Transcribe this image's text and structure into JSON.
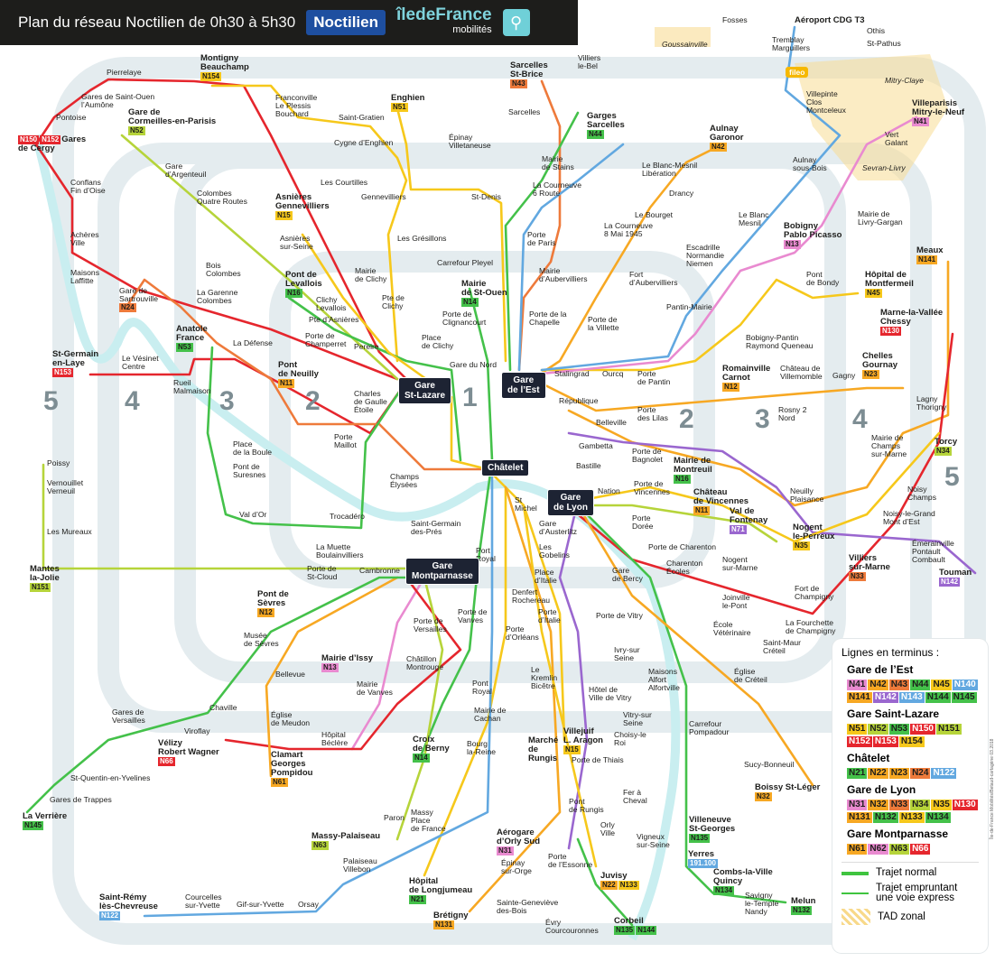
{
  "header": {
    "title": "Plan du réseau Noctilien",
    "subtitle": "de 0h30 à 5h30",
    "brand": "Noctilien",
    "authority": "îledeFrance",
    "authority_sub": "mobilités"
  },
  "colors": {
    "r": "#e5262d",
    "o": "#f7a823",
    "d": "#ee7a3b",
    "y": "#f6c81b",
    "g": "#44c14a",
    "l": "#b6d43a",
    "p": "#e98ad0",
    "v": "#9a67cf",
    "b": "#62a8e0"
  },
  "zones": [
    "5",
    "4",
    "3",
    "2",
    "1",
    "2",
    "3",
    "4",
    "5"
  ],
  "hubs": [
    "Gare\nSt-Lazare",
    "Gare\nde l’Est",
    "Châtelet",
    "Gare\nde Lyon",
    "Gare\nMontparnasse"
  ],
  "tad_zones": [
    "Goussainville",
    "Mitry-Claye",
    "Sevran-Livry",
    "fileo"
  ],
  "stations": [
    {
      "n": "Pierrelaye"
    },
    {
      "n": "Gares de Saint-Ouen\nl’Aumône"
    },
    {
      "n": "Pontoise"
    },
    {
      "n": "Gares\nde Cergy",
      "big": 1,
      "b": [
        [
          "N150",
          "r"
        ],
        [
          "N152",
          "r"
        ]
      ]
    },
    {
      "n": "Conflans\nFin d’Oise"
    },
    {
      "n": "Achères\nVille"
    },
    {
      "n": "Maisons\nLaffitte"
    },
    {
      "n": "St-Germain\nen-Laye",
      "big": 1,
      "b": [
        [
          "N153",
          "r"
        ]
      ]
    },
    {
      "n": "Le Vésinet\nCentre"
    },
    {
      "n": "Rueil\nMalmaison"
    },
    {
      "n": "Gare de\nSartrouville",
      "b": [
        [
          "N24",
          "d"
        ]
      ]
    },
    {
      "n": "Montigny\nBeauchamp",
      "big": 1,
      "b": [
        [
          "N154",
          "y"
        ]
      ]
    },
    {
      "n": "Gare de\nCormeilles-en-Parisis",
      "big": 1,
      "b": [
        [
          "N52",
          "l"
        ]
      ]
    },
    {
      "n": "Gare\nd’Argenteuil"
    },
    {
      "n": "Colombes\nQuatre Routes"
    },
    {
      "n": "Bois\nColombes"
    },
    {
      "n": "La Garenne\nColombes"
    },
    {
      "n": "Anatole\nFrance",
      "big": 1,
      "b": [
        [
          "N53",
          "g"
        ]
      ]
    },
    {
      "n": "La Défense"
    },
    {
      "n": "Franconville\nLe Plessis\nBouchard"
    },
    {
      "n": "Saint-Gratien"
    },
    {
      "n": "Enghien",
      "big": 1,
      "b": [
        [
          "N51",
          "y"
        ]
      ]
    },
    {
      "n": "Cygne d’Enghien"
    },
    {
      "n": "Épinay\nVilletaneuse"
    },
    {
      "n": "Les Courtilles"
    },
    {
      "n": "Gennevilliers"
    },
    {
      "n": "Asnières\nGennevilliers",
      "big": 1,
      "b": [
        [
          "N15",
          "y"
        ]
      ]
    },
    {
      "n": "Asnières\nsur-Seine"
    },
    {
      "n": "Les Grésillons"
    },
    {
      "n": "St-Denis"
    },
    {
      "n": "Pont de\nLevallois",
      "big": 1,
      "b": [
        [
          "N16",
          "g"
        ]
      ]
    },
    {
      "n": "Clichy\nLevallois"
    },
    {
      "n": "Pte d’Asnières"
    },
    {
      "n": "Mairie\nde Clichy"
    },
    {
      "n": "Pte de\nClichy"
    },
    {
      "n": "Porte de\nChamperret"
    },
    {
      "n": "Pereire"
    },
    {
      "n": "Pont\nde Neuilly",
      "big": 1,
      "b": [
        [
          "N11",
          "o"
        ]
      ]
    },
    {
      "n": "Charles\nde Gaulle\nÉtoile"
    },
    {
      "n": "Porte\nMaillot"
    },
    {
      "n": "Place\nde Clichy"
    },
    {
      "n": "Gare du Nord"
    },
    {
      "n": "Carrefour Pleyel"
    },
    {
      "n": "Mairie\nde St-Ouen",
      "big": 1,
      "b": [
        [
          "N14",
          "g"
        ]
      ]
    },
    {
      "n": "Porte de\nClignancourt"
    },
    {
      "n": "Porte de la\nChapelle"
    },
    {
      "n": "Porte\nde Paris"
    },
    {
      "n": "Sarcelles\nSt-Brice",
      "big": 1,
      "b": [
        [
          "N43",
          "d"
        ]
      ]
    },
    {
      "n": "Sarcelles"
    },
    {
      "n": "Villiers\nle-Bel"
    },
    {
      "n": "Garges\nSarcelles",
      "big": 1,
      "b": [
        [
          "N44",
          "g"
        ]
      ]
    },
    {
      "n": "Mairie\nde Stains"
    },
    {
      "n": "La Courneuve\n6 Route"
    },
    {
      "n": "Mairie\nd’Aubervilliers"
    },
    {
      "n": "Fort\nd’Aubervilliers"
    },
    {
      "n": "Porte de\nla Villette"
    },
    {
      "n": "Le Blanc-Mesnil\nLibération"
    },
    {
      "n": "Drancy"
    },
    {
      "n": "Le Bourget"
    },
    {
      "n": "La Courneuve\n8 Mai 1945"
    },
    {
      "n": "Aulnay\nGaronor",
      "big": 1,
      "b": [
        [
          "N42",
          "o"
        ]
      ]
    },
    {
      "n": "Fosses"
    },
    {
      "n": "Tremblay\nMarguillers"
    },
    {
      "n": "Aéroport CDG T3",
      "big": 1
    },
    {
      "n": "Othis"
    },
    {
      "n": "St-Pathus"
    },
    {
      "n": "Villepinte\nClos\nMontceleux"
    },
    {
      "n": "Villeparisis\nMitry-le-Neuf",
      "big": 1,
      "b": [
        [
          "N41",
          "p"
        ]
      ]
    },
    {
      "n": "Vert\nGalant"
    },
    {
      "n": "Aulnay\nsous-Bois"
    },
    {
      "n": "Le Blanc\nMesnil"
    },
    {
      "n": "Bobigny\nPablo Picasso",
      "big": 1,
      "b": [
        [
          "N13",
          "p"
        ]
      ]
    },
    {
      "n": "Mairie de\nLivry-Gargan"
    },
    {
      "n": "Escadrille\nNormandie\nNiemen"
    },
    {
      "n": "Pantin-Mairie"
    },
    {
      "n": "Pont\nde Bondy"
    },
    {
      "n": "Hôpital de\nMontfermeil",
      "big": 1,
      "b": [
        [
          "N45",
          "y"
        ]
      ]
    },
    {
      "n": "Meaux",
      "big": 1,
      "b": [
        [
          "N141",
          "o"
        ]
      ]
    },
    {
      "n": "Marne-la-Vallée\nChessy",
      "big": 1,
      "b": [
        [
          "N130",
          "r"
        ]
      ]
    },
    {
      "n": "Bobigny-Pantin\nRaymond Queneau"
    },
    {
      "n": "Stalingrad"
    },
    {
      "n": "Ourcq"
    },
    {
      "n": "Porte\nde Pantin"
    },
    {
      "n": "Romainville\nCarnot",
      "big": 1,
      "b": [
        [
          "N12",
          "o"
        ]
      ]
    },
    {
      "n": "Château de\nVillemomble"
    },
    {
      "n": "Gagny"
    },
    {
      "n": "Chelles\nGournay",
      "big": 1,
      "b": [
        [
          "N23",
          "o"
        ]
      ]
    },
    {
      "n": "Lagny\nThorigny"
    },
    {
      "n": "République"
    },
    {
      "n": "Belleville"
    },
    {
      "n": "Porte\ndes Lilas"
    },
    {
      "n": "Rosny 2\nNord"
    },
    {
      "n": "Mairie de\nChamps\nsur-Marne"
    },
    {
      "n": "Torcy",
      "big": 1,
      "b": [
        [
          "N34",
          "l"
        ]
      ]
    },
    {
      "n": "Gambetta"
    },
    {
      "n": "Porte de\nBagnolet"
    },
    {
      "n": "Bastille"
    },
    {
      "n": "Mairie de\nMontreuil",
      "big": 1,
      "b": [
        [
          "N16",
          "g"
        ]
      ]
    },
    {
      "n": "Nation"
    },
    {
      "n": "Porte de\nVincennes"
    },
    {
      "n": "Château\nde Vincennes",
      "big": 1,
      "b": [
        [
          "N11",
          "o"
        ]
      ]
    },
    {
      "n": "Val de\nFontenay",
      "big": 1,
      "b": [
        [
          "N71",
          "v"
        ]
      ]
    },
    {
      "n": "Neuilly\nPlaisance"
    },
    {
      "n": "Noisy\nChamps"
    },
    {
      "n": "Nogent\nle-Perreux",
      "big": 1,
      "b": [
        [
          "N35",
          "y"
        ]
      ]
    },
    {
      "n": "Noisy-le-Grand\nMont d’Est"
    },
    {
      "n": "Émerainville\nPontault\nCombault"
    },
    {
      "n": "Touman",
      "big": 1,
      "b": [
        [
          "N142",
          "v"
        ]
      ]
    },
    {
      "n": "Villiers\nsur-Marne",
      "big": 1,
      "b": [
        [
          "N33",
          "d"
        ]
      ]
    },
    {
      "n": "Fort de\nChampigny"
    },
    {
      "n": "Porte\nDorée"
    },
    {
      "n": "Porte de Charenton"
    },
    {
      "n": "Charenton\nÉcoles"
    },
    {
      "n": "Nogent\nsur-Marne"
    },
    {
      "n": "Joinville\nle-Pont"
    },
    {
      "n": "La Fourchette\nde Champigny"
    },
    {
      "n": "Saint-Maur\nCréteil"
    },
    {
      "n": "École\nVétérinaire"
    },
    {
      "n": "Église\nde Créteil"
    },
    {
      "n": "Gare\nde Bercy"
    },
    {
      "n": "St\nMichel"
    },
    {
      "n": "Gare\nd’Austerlitz"
    },
    {
      "n": "Les\nGobelins"
    },
    {
      "n": "Saint-Germain\ndes-Prés"
    },
    {
      "n": "Port\nRoyal"
    },
    {
      "n": "Champs\nÉlysées"
    },
    {
      "n": "Trocadéro"
    },
    {
      "n": "Place\nde la Boule"
    },
    {
      "n": "Pont de\nSuresnes"
    },
    {
      "n": "Val d’Or"
    },
    {
      "n": "La Muette\nBoulainvilliers"
    },
    {
      "n": "Porte de\nSt-Cloud"
    },
    {
      "n": "Cambronne"
    },
    {
      "n": "Place\nd’Italie"
    },
    {
      "n": "Denfert\nRochereau"
    },
    {
      "n": "Porte de\nVanves"
    },
    {
      "n": "Porte de\nVersailles"
    },
    {
      "n": "Porte\nd’Italie"
    },
    {
      "n": "Porte\nd’Orléans"
    },
    {
      "n": "Porte de Vitry"
    },
    {
      "n": "Pont de\nSèvres",
      "big": 1,
      "b": [
        [
          "N12",
          "o"
        ]
      ]
    },
    {
      "n": "Musée\nde Sèvres"
    },
    {
      "n": "Bellevue"
    },
    {
      "n": "Mairie d’Issy",
      "big": 1,
      "b": [
        [
          "N13",
          "p"
        ]
      ]
    },
    {
      "n": "Mairie\nde Vanves"
    },
    {
      "n": "Châtillon\nMontrouge"
    },
    {
      "n": "Pont\nRoyal"
    },
    {
      "n": "Mairie de\nCachan"
    },
    {
      "n": "Le\nKremlin\nBicêtre"
    },
    {
      "n": "Ivry-sur\nSeine"
    },
    {
      "n": "Hôtel de\nVille de Vitry"
    },
    {
      "n": "Maisons\nAlfort\nAlfortville"
    },
    {
      "n": "Vitry-sur\nSeine"
    },
    {
      "n": "Choisy-le\nRoi"
    },
    {
      "n": "Carrefour\nPompadour"
    },
    {
      "n": "Sucy-Bonneuil"
    },
    {
      "n": "Boissy St-Léger",
      "big": 1,
      "b": [
        [
          "N32",
          "o"
        ]
      ]
    },
    {
      "n": "Chaville"
    },
    {
      "n": "Viroflay"
    },
    {
      "n": "Gares de\nVersailles"
    },
    {
      "n": "Vélizy\nRobert Wagner",
      "big": 1,
      "b": [
        [
          "N66",
          "r"
        ]
      ]
    },
    {
      "n": "Église\nde Meudon"
    },
    {
      "n": "Clamart\nGeorges\nPompidou",
      "big": 1,
      "b": [
        [
          "N61",
          "o"
        ]
      ]
    },
    {
      "n": "Hôpital\nBéclère"
    },
    {
      "n": "Croix\nde Berny",
      "big": 1,
      "b": [
        [
          "N14",
          "g"
        ]
      ]
    },
    {
      "n": "Bourg\nla-Reine"
    },
    {
      "n": "Marché\nde\nRungis",
      "big": 1
    },
    {
      "n": "Villejuif\nL. Aragon",
      "big": 1,
      "b": [
        [
          "N15",
          "y"
        ]
      ]
    },
    {
      "n": "Porte de Thiais"
    },
    {
      "n": "Pont\nde Rungis"
    },
    {
      "n": "Fer à\nCheval"
    },
    {
      "n": "Orly\nVille"
    },
    {
      "n": "Vigneux\nsur-Seine"
    },
    {
      "n": "Villeneuve\nSt-Georges",
      "big": 1,
      "b": [
        [
          "N135",
          "g"
        ]
      ]
    },
    {
      "n": "Yerres",
      "big": 1,
      "b": [
        [
          "191.100",
          "b"
        ]
      ]
    },
    {
      "n": "Combs-la-Ville\nQuincy",
      "big": 1,
      "b": [
        [
          "N134",
          "g"
        ]
      ]
    },
    {
      "n": "Savigny\nle-Temple\nNandy"
    },
    {
      "n": "Melun",
      "big": 1,
      "b": [
        [
          "N132",
          "g"
        ]
      ]
    },
    {
      "n": "St-Quentin-en-Yvelines"
    },
    {
      "n": "Gares de Trappes"
    },
    {
      "n": "La Verrière",
      "big": 1,
      "b": [
        [
          "N145",
          "g"
        ]
      ]
    },
    {
      "n": "Paron"
    },
    {
      "n": "Massy\nPlace\nde France"
    },
    {
      "n": "Massy-Palaiseau",
      "big": 1,
      "b": [
        [
          "N63",
          "l"
        ]
      ]
    },
    {
      "n": "Palaiseau\nVillebon"
    },
    {
      "n": "Aérogare\nd’Orly Sud",
      "big": 1,
      "b": [
        [
          "N31",
          "p"
        ]
      ]
    },
    {
      "n": "Épinay\nsur-Orge"
    },
    {
      "n": "Porte\nde l’Essonne"
    },
    {
      "n": "Juvisy",
      "big": 1,
      "b": [
        [
          "N22",
          "o"
        ],
        [
          "N133",
          "y"
        ]
      ]
    },
    {
      "n": "Hôpital\nde Longjumeau",
      "big": 1,
      "b": [
        [
          "N21",
          "g"
        ]
      ]
    },
    {
      "n": "Sainte-Geneviève\ndes-Bois"
    },
    {
      "n": "Brétigny",
      "big": 1,
      "b": [
        [
          "N131",
          "o"
        ]
      ]
    },
    {
      "n": "Évry\nCourcouronnes"
    },
    {
      "n": "Corbeil",
      "big": 1,
      "b": [
        [
          "N135",
          "g"
        ],
        [
          "N144",
          "g"
        ]
      ]
    },
    {
      "n": "Saint-Rémy\nlès-Chevreuse",
      "big": 1,
      "b": [
        [
          "N122",
          "b"
        ]
      ]
    },
    {
      "n": "Courcelles\nsur-Yvette"
    },
    {
      "n": "Gif-sur-Yvette"
    },
    {
      "n": "Orsay"
    },
    {
      "n": "Poissy"
    },
    {
      "n": "Vernouillet\nVerneuil"
    },
    {
      "n": "Les Mureaux"
    },
    {
      "n": "Mantes\nla-Jolie",
      "big": 1,
      "b": [
        [
          "N151",
          "l"
        ]
      ]
    }
  ],
  "legend": {
    "title": "Lignes en terminus :",
    "groups": [
      {
        "name": "Gare de l’Est",
        "lines": [
          [
            "N41",
            "p"
          ],
          [
            "N42",
            "o"
          ],
          [
            "N43",
            "d"
          ],
          [
            "N44",
            "g"
          ],
          [
            "N45",
            "y"
          ],
          [
            "N140",
            "b"
          ],
          [
            "N141",
            "o"
          ],
          [
            "N142",
            "v"
          ],
          [
            "N143",
            "b"
          ],
          [
            "N144",
            "g"
          ],
          [
            "N145",
            "g"
          ]
        ]
      },
      {
        "name": "Gare Saint-Lazare",
        "lines": [
          [
            "N51",
            "y"
          ],
          [
            "N52",
            "l"
          ],
          [
            "N53",
            "g"
          ],
          [
            "N150",
            "r"
          ],
          [
            "N151",
            "l"
          ],
          [
            "N152",
            "r"
          ],
          [
            "N153",
            "r"
          ],
          [
            "N154",
            "y"
          ]
        ]
      },
      {
        "name": "Châtelet",
        "lines": [
          [
            "N21",
            "g"
          ],
          [
            "N22",
            "o"
          ],
          [
            "N23",
            "o"
          ],
          [
            "N24",
            "d"
          ],
          [
            "N122",
            "b"
          ]
        ]
      },
      {
        "name": "Gare de Lyon",
        "lines": [
          [
            "N31",
            "p"
          ],
          [
            "N32",
            "o"
          ],
          [
            "N33",
            "d"
          ],
          [
            "N34",
            "l"
          ],
          [
            "N35",
            "y"
          ],
          [
            "N130",
            "r"
          ],
          [
            "N131",
            "o"
          ],
          [
            "N132",
            "g"
          ],
          [
            "N133",
            "y"
          ],
          [
            "N134",
            "g"
          ]
        ]
      },
      {
        "name": "Gare Montparnasse",
        "lines": [
          [
            "N61",
            "o"
          ],
          [
            "N62",
            "p"
          ],
          [
            "N63",
            "l"
          ],
          [
            "N66",
            "r"
          ]
        ]
      }
    ],
    "normal": "Trajet normal",
    "express": "Trajet empruntant\nune voie express",
    "tad": "TAD zonal"
  },
  "credit": "Île-de-France Mobilités/Betaud-cartagène 03.2018"
}
